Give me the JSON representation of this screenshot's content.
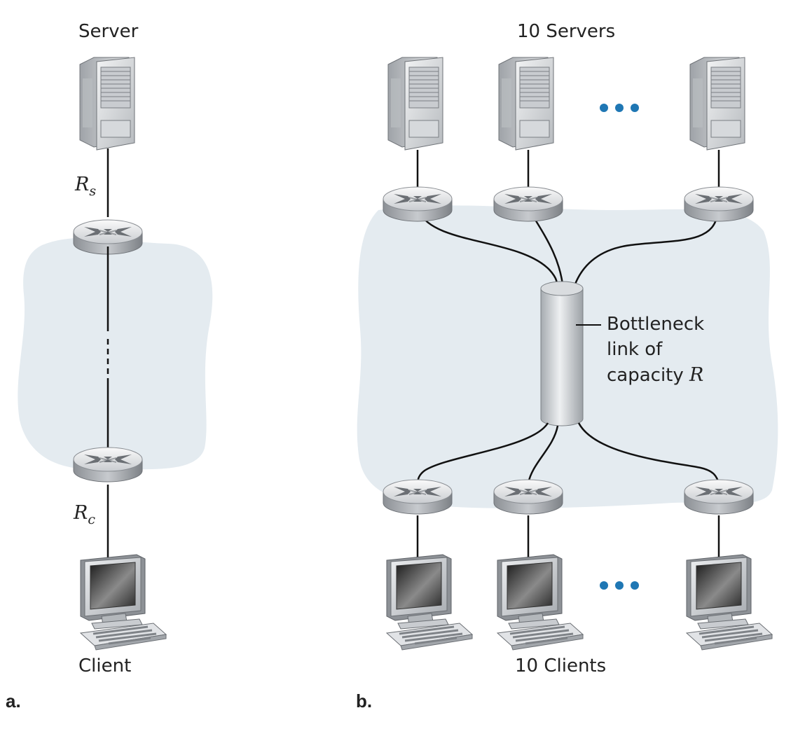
{
  "panel_a": {
    "label": "a.",
    "server_label": "Server",
    "client_label": "Client",
    "server_rate": {
      "symbol": "R",
      "subscript": "s"
    },
    "client_rate": {
      "symbol": "R",
      "subscript": "c"
    }
  },
  "panel_b": {
    "label": "b.",
    "servers_label": "10 Servers",
    "clients_label": "10 Clients",
    "bottleneck_label": {
      "line1": "Bottleneck",
      "line2": "link of",
      "line3_text": "capacity ",
      "line3_symbol": "R"
    },
    "ellipsis_color": "#1f77b4"
  },
  "colors": {
    "cloud": "#e4ebf0",
    "line": "#111111"
  }
}
